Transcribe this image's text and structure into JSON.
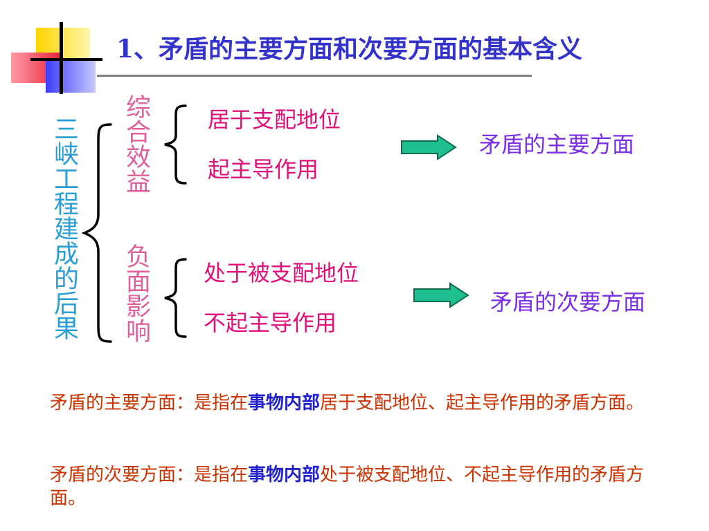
{
  "title": "1、矛盾的主要方面和次要方面的基本含义",
  "root_label": "三峡工程建成的后果",
  "group1": {
    "label": "综合效益",
    "items": [
      "居于支配地位",
      "起主导作用"
    ],
    "result": "矛盾的主要方面"
  },
  "group2": {
    "label": "负面影响",
    "items": [
      "处于被支配地位",
      "不起主导作用"
    ],
    "result": "矛盾的次要方面"
  },
  "definitions": [
    {
      "pre": "矛盾的主要方面：是指在",
      "bold": "事物内部",
      "post": "居于支配地位、起主导作用的矛盾方面。"
    },
    {
      "pre": "矛盾的次要方面：是指在",
      "bold": "事物内部",
      "post": "处于被支配地位、不起主导作用的矛盾方面。"
    }
  ],
  "colors": {
    "title": "#3333cc",
    "root": "#2a9fd6",
    "group_label": "#e0609a",
    "item": "#e0107a",
    "result": "#7a2ee6",
    "arrow": "#1fbf8f",
    "definition": "#cc3300",
    "definition_bold": "#2222cc"
  }
}
